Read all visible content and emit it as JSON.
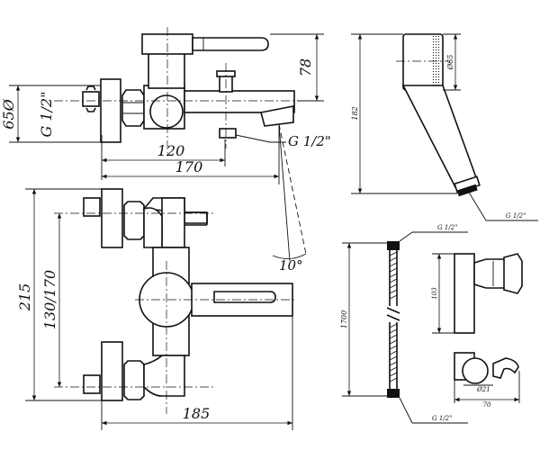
{
  "dimensions": {
    "d_78": "78",
    "d_650": "65Ø",
    "d_g12_side": "G 1/2\"",
    "d_120": "120",
    "d_170": "170",
    "d_g12_outlet": "G 1/2\"",
    "d_10deg": "10°",
    "d_215": "215",
    "d_130_170": "130/170",
    "d_185": "185"
  },
  "hand_shower": {
    "d_182": "182",
    "d_65": "Ø65",
    "thread": "G 1/2\""
  },
  "hose_bracket": {
    "thread_top": "G 1/2\"",
    "d_1700": "1700",
    "d_103": "103",
    "d_21": "Ø21",
    "d_70": "70",
    "thread_bottom": "G 1/2\""
  }
}
